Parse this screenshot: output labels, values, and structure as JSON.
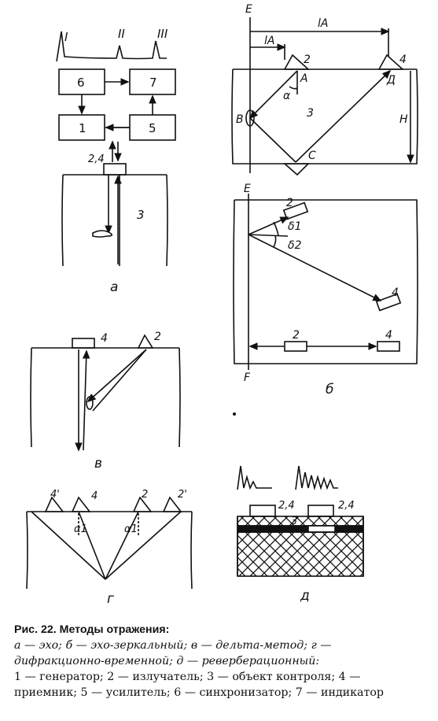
{
  "caption": {
    "title": "Рис. 22. Методы отражения:",
    "line1": "а — эхо; б — эхо-зеркальный; в — дельта-метод; г —",
    "line2": "дифракционно-временной; д — реверберационный:",
    "line3": "1 — генератор; 2 — излучатель; 3 — объект контроля; 4 —",
    "line4": "приемник; 5 — усилитель; 6 — синхронизатор; 7 — индикатор"
  },
  "panel_a": {
    "label": "а",
    "pulses": [
      "I",
      "II",
      "III"
    ],
    "block_6": "6",
    "block_7": "7",
    "block_1": "1",
    "block_5": "5",
    "probe": "2,4",
    "object": "3"
  },
  "panel_b": {
    "label": "б",
    "top": {
      "E": "E",
      "lA": "lA",
      "lA_big": "lA",
      "n2": "2",
      "n4": "4",
      "A": "A",
      "D": "Д",
      "B": "B",
      "C": "C",
      "n3": "3",
      "H": "H",
      "alpha": "α"
    },
    "bottom": {
      "E": "E",
      "F": "F",
      "n2_top": "2",
      "n4_top": "4",
      "d1": "δ1",
      "d2": "δ2",
      "n2_bot": "2",
      "n4_bot": "4"
    }
  },
  "panel_v": {
    "label": "в",
    "n4": "4",
    "n2": "2"
  },
  "panel_g": {
    "label": "г",
    "n4p": "4'",
    "n4": "4",
    "n2": "2",
    "n2p": "2'",
    "a1_left": "α1",
    "a1_right": "α1"
  },
  "panel_d": {
    "label": "д",
    "probe_left": "2,4",
    "probe_right": "2,4",
    "n3": "3"
  }
}
